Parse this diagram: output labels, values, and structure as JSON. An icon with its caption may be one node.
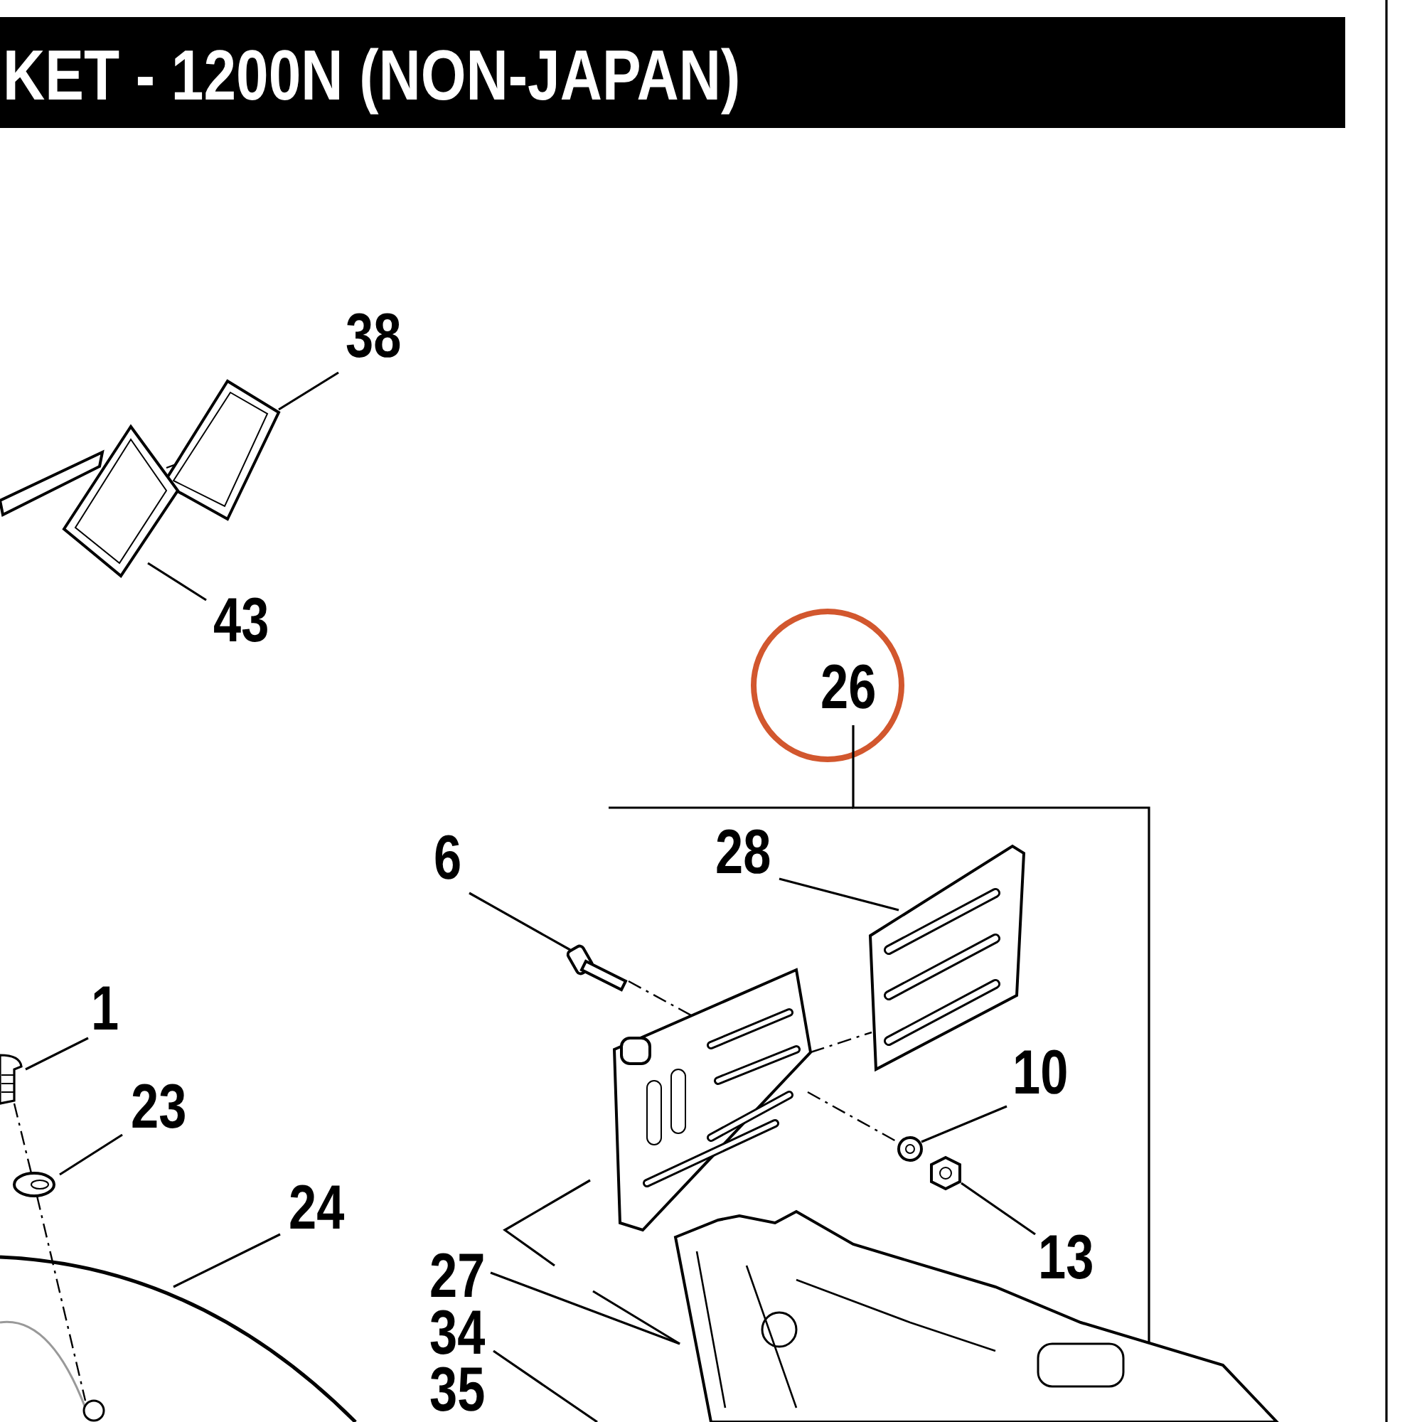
{
  "diagram": {
    "title": "KET - 1200N (NON-JAPAN)",
    "nodes": [
      {
        "text": [
          "38"
        ]
      },
      {
        "text": [
          "43"
        ]
      },
      {
        "text": [
          "26"
        ]
      },
      {
        "text": [
          "6"
        ]
      },
      {
        "text": [
          "28"
        ]
      },
      {
        "text": [
          "1"
        ]
      },
      {
        "text": [
          "23"
        ]
      },
      {
        "text": [
          "10"
        ]
      },
      {
        "text": [
          "24"
        ]
      },
      {
        "text": [
          "13"
        ]
      },
      {
        "text": [
          "27"
        ]
      },
      {
        "text": [
          "34"
        ]
      },
      {
        "text": [
          "35"
        ]
      },
      {
        "text": [],
        "shape": "picture"
      },
      {
        "text": [],
        "shape": "picture"
      },
      {
        "text": [],
        "shape": "picture"
      },
      {
        "text": [],
        "shape": "picture"
      },
      {
        "text": [],
        "shape": "picture"
      },
      {
        "text": [],
        "shape": "picture"
      },
      {
        "text": [],
        "shape": "picture"
      },
      {
        "text": [],
        "shape": "picture"
      },
      {
        "text": [],
        "shape": "picture"
      },
      {
        "text": [],
        "shape": "picture"
      },
      {
        "text": [],
        "shape": "picture"
      }
    ],
    "edges": [
      {
        "from": 0,
        "to": 13,
        "arrow": "none"
      },
      {
        "from": 1,
        "to": 14,
        "arrow": "none"
      },
      {
        "from": 3,
        "to": 15,
        "arrow": "none"
      },
      {
        "from": 4,
        "to": 17,
        "arrow": "none"
      },
      {
        "from": 5,
        "to": 18,
        "arrow": "none"
      },
      {
        "from": 6,
        "to": 19,
        "arrow": "none"
      },
      {
        "from": 7,
        "to": 20,
        "arrow": "none"
      },
      {
        "from": 8,
        "to": 22,
        "arrow": "none"
      },
      {
        "from": 9,
        "to": 21,
        "arrow": "none"
      },
      {
        "from": 10,
        "to": 23,
        "arrow": "none"
      },
      {
        "from": 11,
        "to": null,
        "arrow": "none"
      },
      {
        "from": 2,
        "to": 23,
        "arrow": "none"
      },
      {
        "from": 13,
        "to": 14,
        "arrow": "none",
        "style": "dashed"
      },
      {
        "from": 15,
        "to": 16,
        "arrow": "none",
        "style": "dashed"
      },
      {
        "from": 16,
        "to": 17,
        "arrow": "none",
        "style": "dashed"
      },
      {
        "from": 16,
        "to": 20,
        "arrow": "none",
        "style": "dashed"
      },
      {
        "from": 18,
        "to": 19,
        "arrow": "none",
        "style": "dashed"
      },
      {
        "from": 19,
        "to": 22,
        "arrow": "none",
        "style": "dashed"
      }
    ]
  }
}
